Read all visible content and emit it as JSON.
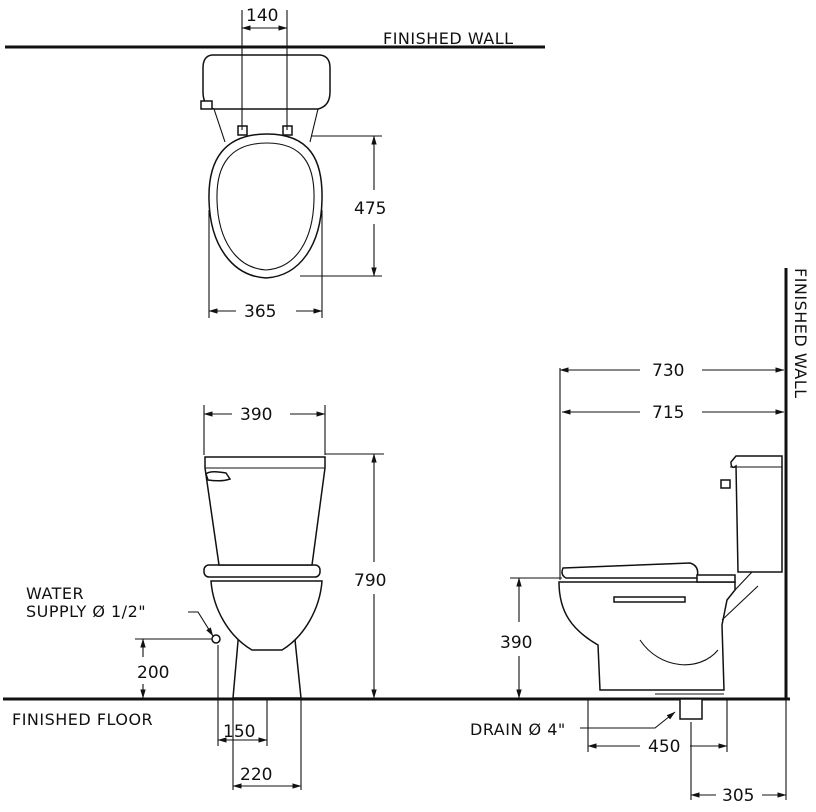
{
  "labels": {
    "finished_wall_top": "FINISHED  WALL",
    "finished_wall_side": "FINISHED  WALL",
    "finished_floor": "FINISHED  FLOOR",
    "water_supply_line1": "WATER",
    "water_supply_line2": "SUPPLY  Ø 1/2\"",
    "drain": "DRAIN  Ø 4\""
  },
  "dimensions": {
    "seat_bolt_spacing": "140",
    "seat_length": "475",
    "seat_width": "365",
    "tank_width": "390",
    "overall_height": "790",
    "supply_height": "200",
    "supply_offset": "150",
    "base_width": "220",
    "overall_depth": "730",
    "body_depth": "715",
    "seat_height": "390",
    "drain_span": "450",
    "rough_in": "305"
  }
}
